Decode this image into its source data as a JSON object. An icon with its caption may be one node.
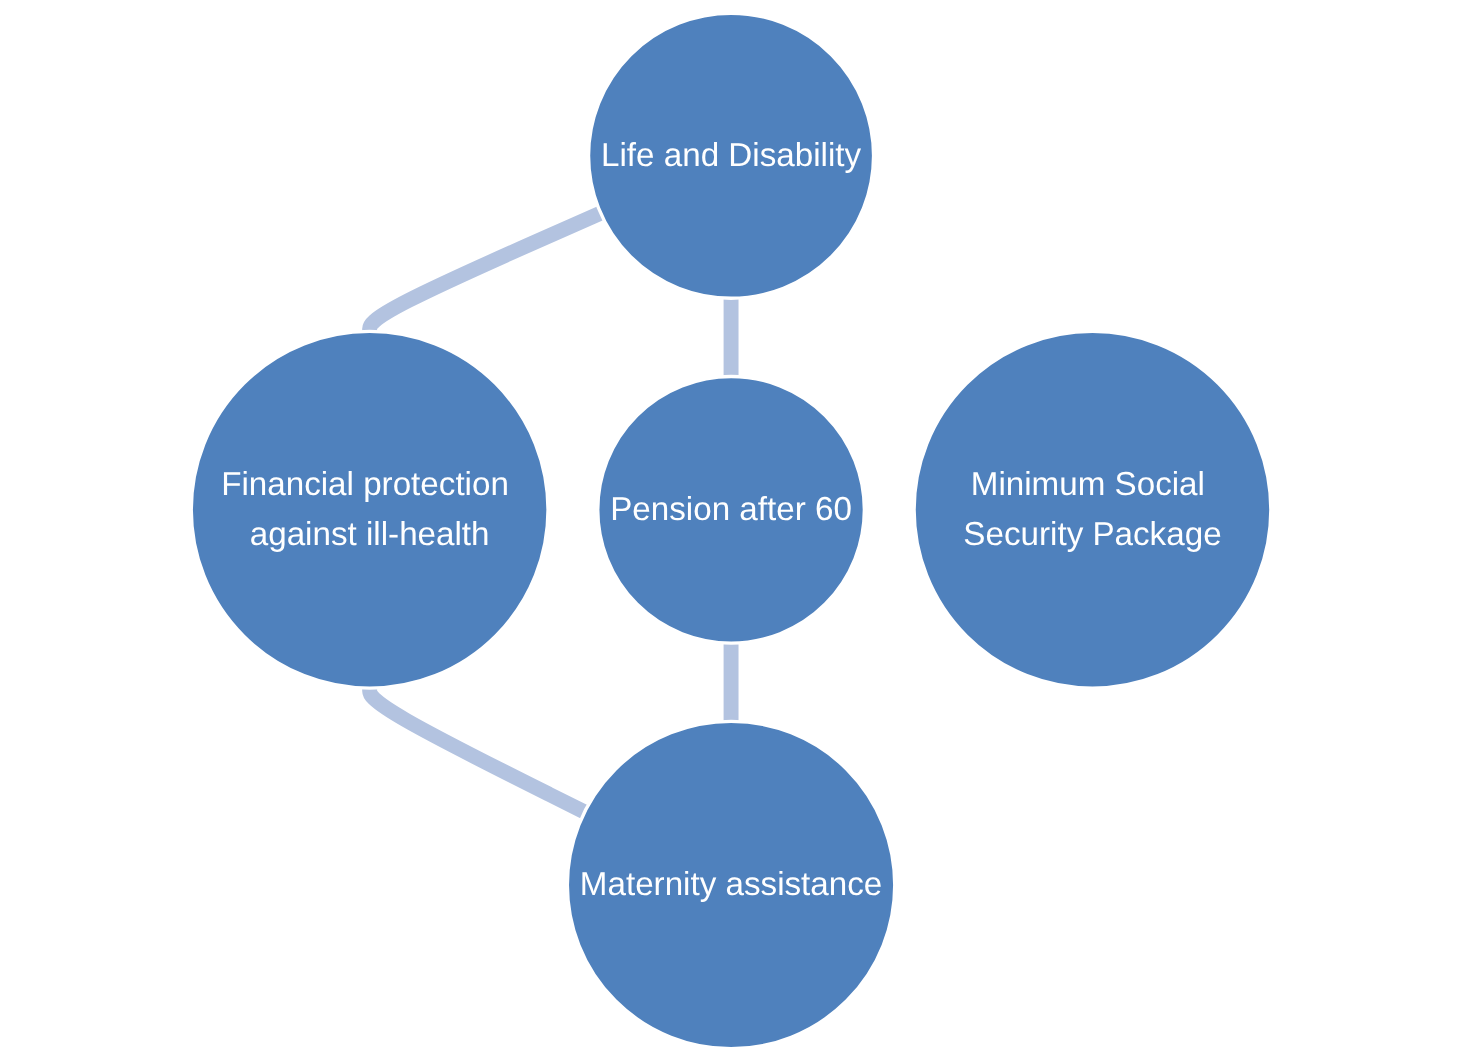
{
  "diagram": {
    "nodes": [
      {
        "text": [
          "Life and Disability"
        ]
      },
      {
        "text": [
          "Pension after 60"
        ]
      },
      {
        "text": [
          "Minimum Social Security Package"
        ]
      },
      {
        "text": [
          "Financial protection against ill-health"
        ]
      },
      {
        "text": [
          "Maternity assistance"
        ]
      }
    ],
    "edges": [
      {
        "from": 0,
        "to": 3,
        "arrow": "none"
      },
      {
        "from": 3,
        "to": 4,
        "arrow": "none"
      },
      {
        "from": 1,
        "to": 4,
        "arrow": "none"
      },
      {
        "from": 0,
        "to": 1,
        "arrow": "none"
      }
    ]
  }
}
